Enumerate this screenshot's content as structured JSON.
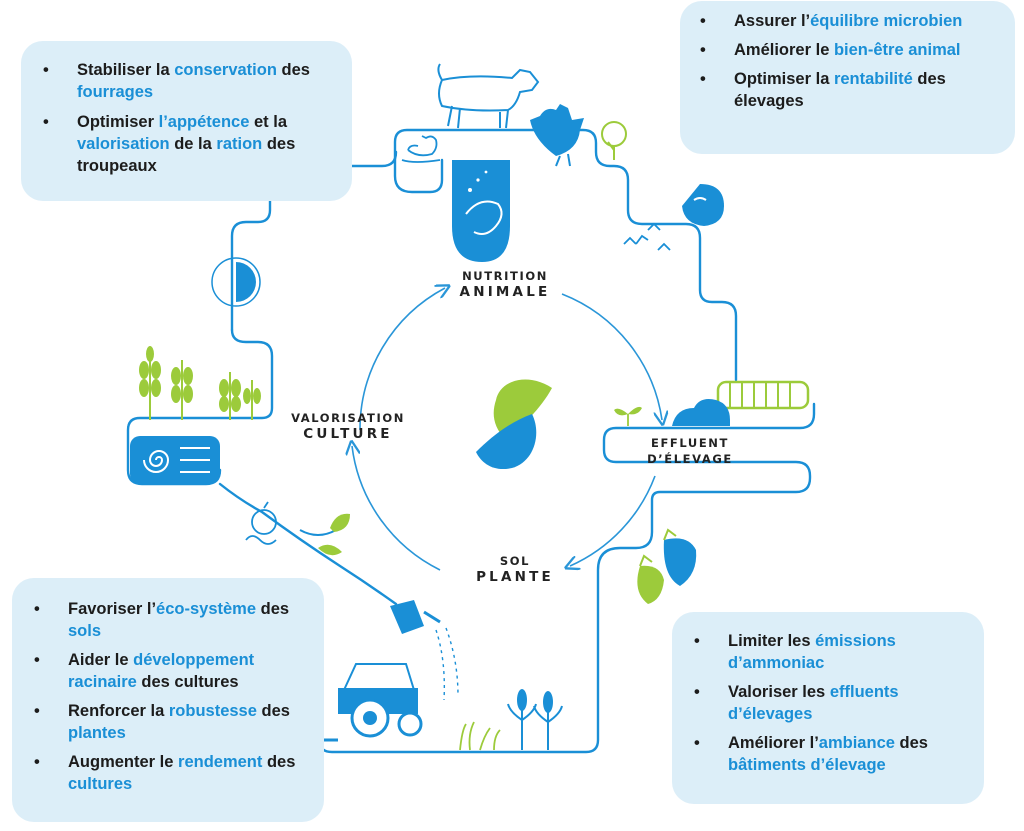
{
  "colors": {
    "accent_blue": "#1a8fd6",
    "lime": "#9ccb3b",
    "box_bg": "#dceef8",
    "text": "#1c1c1c"
  },
  "bullet_char": "•",
  "boxes": {
    "top_left": [
      [
        {
          "t": "Stabiliser la "
        },
        {
          "t": "conservation",
          "hl": true
        },
        {
          "t": " des "
        },
        {
          "t": "fourrages",
          "hl": true
        }
      ],
      [
        {
          "t": "Optimiser "
        },
        {
          "t": "l’appétence",
          "hl": true
        },
        {
          "t": " et la "
        },
        {
          "t": "valorisation",
          "hl": true
        },
        {
          "t": " de la "
        },
        {
          "t": "ration",
          "hl": true
        },
        {
          "t": " des troupeaux"
        }
      ]
    ],
    "top_right": [
      [
        {
          "t": "Assurer l’"
        },
        {
          "t": "équilibre microbien",
          "hl": true
        }
      ],
      [
        {
          "t": "Améliorer le "
        },
        {
          "t": "bien-être animal",
          "hl": true
        }
      ],
      [
        {
          "t": "Optimiser la "
        },
        {
          "t": "rentabilité",
          "hl": true
        },
        {
          "t": " des élevages"
        }
      ]
    ],
    "bottom_left": [
      [
        {
          "t": "Favoriser l’"
        },
        {
          "t": "éco-système",
          "hl": true
        },
        {
          "t": " des "
        },
        {
          "t": "sols",
          "hl": true
        }
      ],
      [
        {
          "t": "Aider le "
        },
        {
          "t": "développement racinaire",
          "hl": true
        },
        {
          "t": " des cultures"
        }
      ],
      [
        {
          "t": "Renforcer la "
        },
        {
          "t": "robustesse",
          "hl": true
        },
        {
          "t": " des "
        },
        {
          "t": "plantes",
          "hl": true
        }
      ],
      [
        {
          "t": "Augmenter le "
        },
        {
          "t": "rendement",
          "hl": true
        },
        {
          "t": " des "
        },
        {
          "t": "cultures",
          "hl": true
        }
      ]
    ],
    "bottom_right": [
      [
        {
          "t": "Limiter les "
        },
        {
          "t": "émissions d’ammoniac",
          "hl": true
        }
      ],
      [
        {
          "t": "Valoriser les "
        },
        {
          "t": "effluents d’élevages",
          "hl": true
        }
      ],
      [
        {
          "t": "Améliorer l’"
        },
        {
          "t": "ambiance",
          "hl": true
        },
        {
          "t": " des "
        },
        {
          "t": "bâtiments d’élevage",
          "hl": true
        }
      ]
    ]
  },
  "cycle": {
    "nutrition": {
      "line1": "NUTRITION",
      "line2": "ANIMALE"
    },
    "effluent": {
      "line1": "EFFLUENT",
      "line2": "D’ÉLEVAGE"
    },
    "sol": {
      "line1": "SOL",
      "line2": "PLANTE"
    },
    "valorisation": {
      "line1": "VALORISATION",
      "line2": "CULTURE"
    }
  },
  "icons": [
    "cow-icon",
    "duck-icon",
    "hen-icon",
    "tree-icon",
    "shrimp-icon",
    "water-drop-icon",
    "birds-icon",
    "manure-tank-icon",
    "sprout-icon",
    "strawberry-icon",
    "tractor-icon",
    "watering-can-icon",
    "corn-plant-icon",
    "grass-icon",
    "wheat-icon",
    "hay-bale-icon",
    "apple-worm-icon",
    "hand-sprout-icon",
    "half-circle-icon",
    "brand-logo-icon"
  ]
}
